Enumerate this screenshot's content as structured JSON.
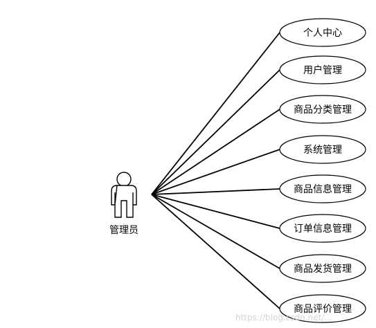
{
  "actor": {
    "label": "管理员"
  },
  "use_cases": [
    {
      "label": "个人中心"
    },
    {
      "label": "用户管理"
    },
    {
      "label": "商品分类管理"
    },
    {
      "label": "系统管理"
    },
    {
      "label": "商品信息管理"
    },
    {
      "label": "订单信息管理"
    },
    {
      "label": "商品发货管理"
    },
    {
      "label": "商品评价管理"
    }
  ],
  "watermark": "https://blog.csdn.net/..."
}
